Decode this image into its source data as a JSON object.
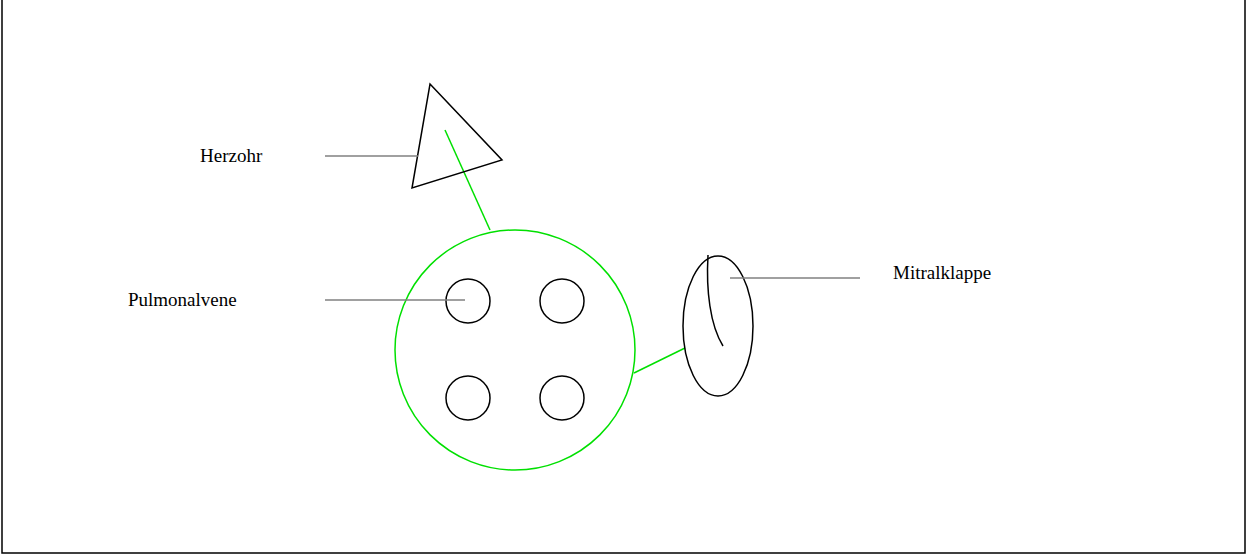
{
  "diagram": {
    "labels": [
      "Herzohr",
      "Pulmonalvene",
      "Mitralklappe"
    ]
  }
}
